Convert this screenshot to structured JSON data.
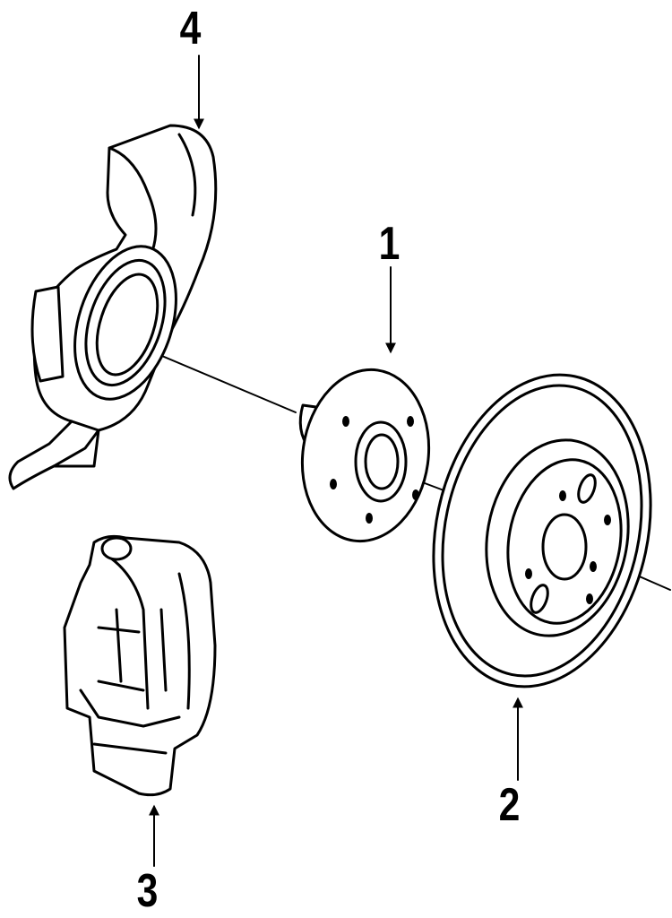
{
  "diagram": {
    "callouts": [
      {
        "id": "c1",
        "label": "1",
        "part": "hub"
      },
      {
        "id": "c2",
        "label": "2",
        "part": "rotor"
      },
      {
        "id": "c3",
        "label": "3",
        "part": "caliper"
      },
      {
        "id": "c4",
        "label": "4",
        "part": "splash-shield"
      }
    ]
  },
  "colors": {
    "ink": "#000000",
    "paper": "#ffffff"
  }
}
